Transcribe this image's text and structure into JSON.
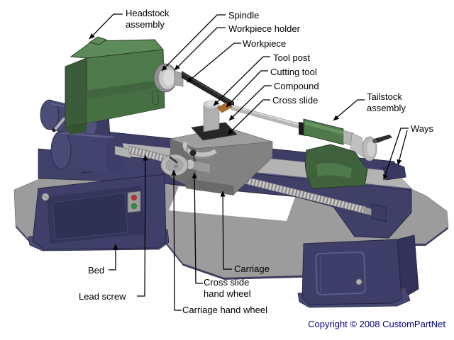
{
  "diagram": {
    "subject": "engine-lathe-labeled-diagram",
    "labels": {
      "headstock": "Headstock assembly",
      "spindle": "Spindle",
      "workpiece_holder": "Workpiece holder",
      "workpiece": "Workpiece",
      "tool_post": "Tool post",
      "cutting_tool": "Cutting tool",
      "compound": "Compound",
      "cross_slide": "Cross slide",
      "tailstock": "Tailstock assembly",
      "ways": "Ways",
      "bed": "Bed",
      "lead_screw": "Lead screw",
      "carriage": "Carriage",
      "cross_slide_hand_wheel": "Cross slide hand wheel",
      "carriage_hand_wheel": "Carriage hand wheel"
    },
    "palette": {
      "machine_green": "#4e7a4b",
      "machine_navy": "#3f3f68",
      "tray_gray": "#9c9c9c",
      "ways_gray": "#b3b3b3",
      "cutting_tool_orange": "#ad6d2a",
      "leader_line": "#000000",
      "red_button": "#c43030",
      "green_button": "#2f8f3a"
    }
  },
  "footer": {
    "copyright": "Copyright © 2008 CustomPartNet",
    "copyright_color": "#000080"
  }
}
